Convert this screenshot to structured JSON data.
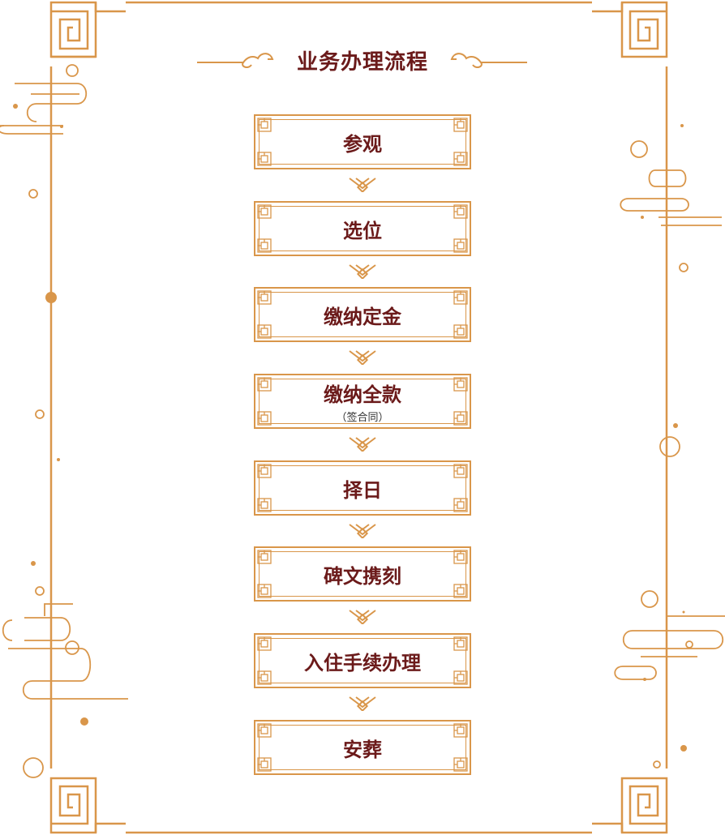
{
  "title": "业务办理流程",
  "steps": [
    {
      "label": "参观",
      "sub": ""
    },
    {
      "label": "选位",
      "sub": ""
    },
    {
      "label": "缴纳定金",
      "sub": ""
    },
    {
      "label": "缴纳全款",
      "sub": "（签合同）"
    },
    {
      "label": "择日",
      "sub": ""
    },
    {
      "label": "碑文携刻",
      "sub": ""
    },
    {
      "label": "入住手续办理",
      "sub": ""
    },
    {
      "label": "安葬",
      "sub": ""
    }
  ],
  "colors": {
    "accent": "#d9964a",
    "text": "#6b1a1a"
  },
  "icons": {
    "arrow": "chevron-down-knot-icon",
    "corner": "lattice-corner-icon",
    "cloud": "cloud-scroll-icon"
  }
}
